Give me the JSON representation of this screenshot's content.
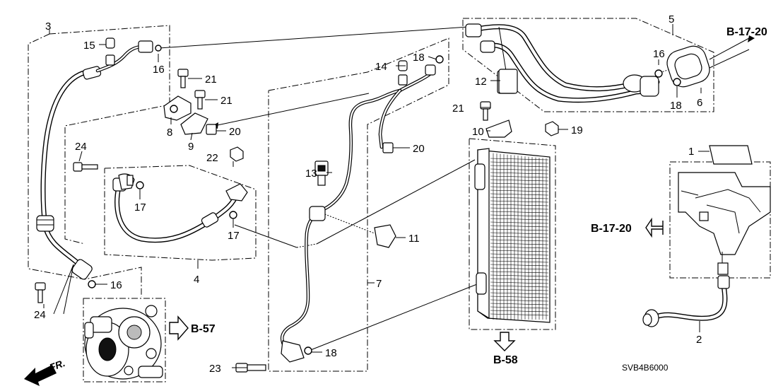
{
  "diagram": {
    "callouts": [
      {
        "id": "c1",
        "text": "1"
      },
      {
        "id": "c2",
        "text": "2"
      },
      {
        "id": "c3",
        "text": "3"
      },
      {
        "id": "c4",
        "text": "4"
      },
      {
        "id": "c5",
        "text": "5"
      },
      {
        "id": "c6",
        "text": "6"
      },
      {
        "id": "c7",
        "text": "7"
      },
      {
        "id": "c8",
        "text": "8"
      },
      {
        "id": "c9",
        "text": "9"
      },
      {
        "id": "c10",
        "text": "10"
      },
      {
        "id": "c11",
        "text": "11"
      },
      {
        "id": "c12",
        "text": "12"
      },
      {
        "id": "c13",
        "text": "13"
      },
      {
        "id": "c14",
        "text": "14"
      },
      {
        "id": "c15",
        "text": "15"
      },
      {
        "id": "c16a",
        "text": "16"
      },
      {
        "id": "c16b",
        "text": "16"
      },
      {
        "id": "c16c",
        "text": "16"
      },
      {
        "id": "c17a",
        "text": "17"
      },
      {
        "id": "c17b",
        "text": "17"
      },
      {
        "id": "c18a",
        "text": "18"
      },
      {
        "id": "c18b",
        "text": "18"
      },
      {
        "id": "c18c",
        "text": "18"
      },
      {
        "id": "c19",
        "text": "19"
      },
      {
        "id": "c20a",
        "text": "20"
      },
      {
        "id": "c20b",
        "text": "20"
      },
      {
        "id": "c21a",
        "text": "21"
      },
      {
        "id": "c21b",
        "text": "21"
      },
      {
        "id": "c21c",
        "text": "21"
      },
      {
        "id": "c22",
        "text": "22"
      },
      {
        "id": "c23",
        "text": "23"
      },
      {
        "id": "c24a",
        "text": "24"
      },
      {
        "id": "c24b",
        "text": "24"
      }
    ],
    "references": [
      {
        "id": "ref_b1720_top",
        "text": "B-17-20"
      },
      {
        "id": "ref_b1720_mid",
        "text": "B-17-20"
      },
      {
        "id": "ref_b57",
        "text": "B-57"
      },
      {
        "id": "ref_b58",
        "text": "B-58"
      }
    ],
    "front_label": "FR.",
    "diagram_code": "SVB4B6000"
  }
}
